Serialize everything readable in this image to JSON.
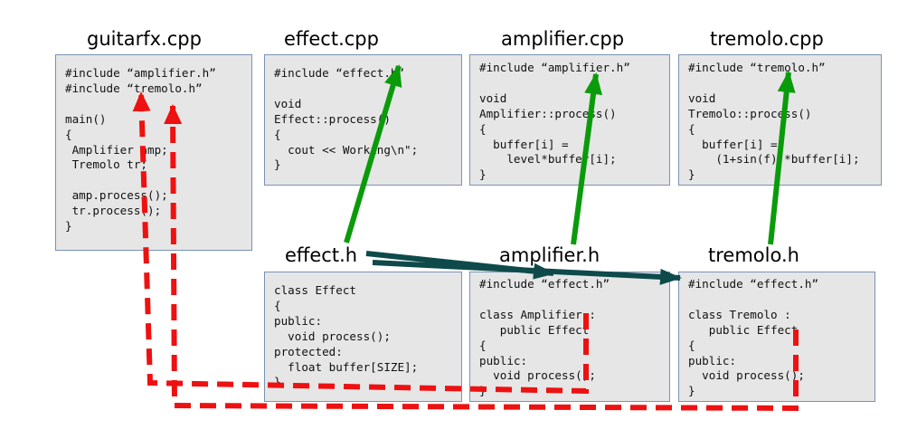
{
  "files": [
    {
      "id": "guitarfx-cpp",
      "title": "guitarfx.cpp",
      "code": "#include “amplifier.h”\n#include “tremolo.h”\n\nmain()\n{\n Amplifier amp;\n Tremolo tr;\n\n amp.process();\n tr.process();\n}"
    },
    {
      "id": "effect-cpp",
      "title": "effect.cpp",
      "code": "#include “effect.h”\n\nvoid\nEffect::process()\n{\n  cout << Working\\n\";\n}"
    },
    {
      "id": "amplifier-cpp",
      "title": "amplifier.cpp",
      "code": "#include “amplifier.h”\n\nvoid\nAmplifier::process()\n{\n  buffer[i] =\n    level*buffer[i];\n}"
    },
    {
      "id": "tremolo-cpp",
      "title": "tremolo.cpp",
      "code": "#include “tremolo.h”\n\nvoid\nTremolo::process()\n{\n  buffer[i] =\n    (1+sin(f))*buffer[i];\n}"
    },
    {
      "id": "effect-h",
      "title": "effect.h",
      "code": "class Effect\n{\npublic:\n  void process();\nprotected:\n  float buffer[SIZE];\n}"
    },
    {
      "id": "amplifier-h",
      "title": "amplifier.h",
      "code": "#include “effect.h”\n\nclass Amplifier :\n   public Effect\n{\npublic:\n  void process();\n}"
    },
    {
      "id": "tremolo-h",
      "title": "tremolo.h",
      "code": "#include “effect.h”\n\nclass Tremolo :\n   public Effect\n{\npublic:\n  void process();\n}"
    }
  ],
  "colors": {
    "box_fill": "#e6e6e6",
    "box_border": "#7a92b8",
    "implementation_arrow": "#0a9b0a",
    "header_include_arrow": "#0e4a4a",
    "usage_arrow": "#ee1111"
  }
}
